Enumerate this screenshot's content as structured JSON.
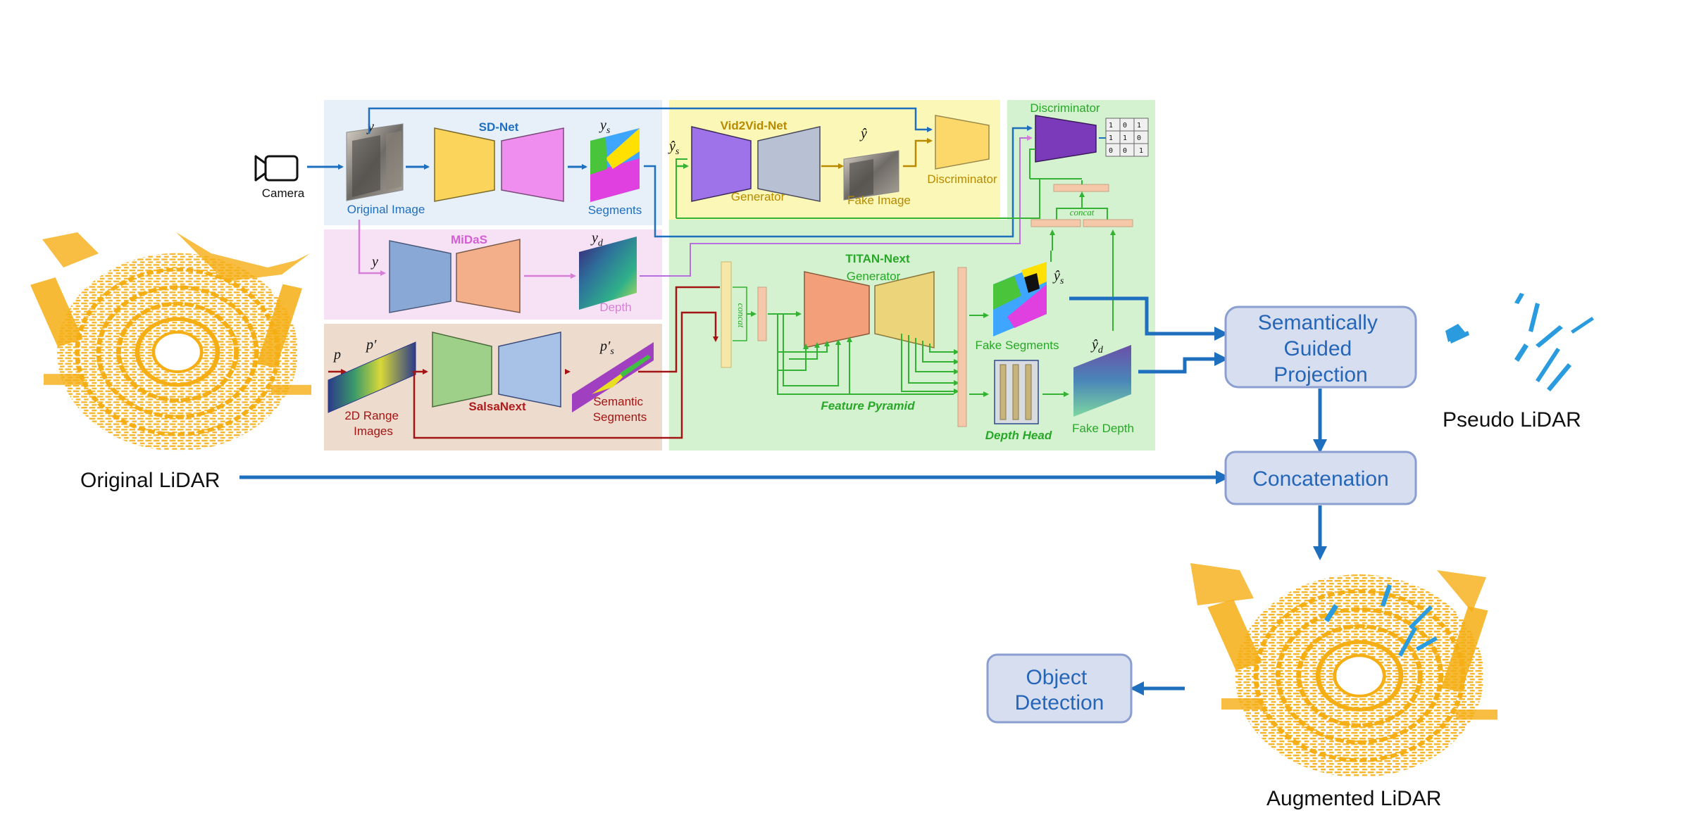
{
  "colors": {
    "blue_arrow": "#1f6fbf",
    "red_arrow": "#a31515",
    "green_arrow": "#33b233",
    "pink_arrow": "#d67fd6",
    "lidar_orange": "#f5ae14",
    "pseudo_blue": "#2b9be0",
    "module_box": "#d6def0",
    "module_text": "#2566b8",
    "titan_green": "#28a828",
    "sdnet_blue": "#1f6fbf",
    "midas_pink": "#d45ed4",
    "salsa_red": "#b01c1c",
    "vid2vid_gold": "#b88a00"
  },
  "camera": {
    "icon": "camera-icon",
    "label": "Camera"
  },
  "lidar": {
    "original": "Original LiDAR",
    "pseudo": "Pseudo LiDAR",
    "augmented": "Augmented LiDAR"
  },
  "modules": {
    "projection": [
      "Semantically",
      "Guided",
      "Projection"
    ],
    "concatenation": "Concatenation",
    "detection": [
      "Object",
      "Detection"
    ]
  },
  "sdnet": {
    "title": "SD-Net",
    "input_var": "y",
    "input_label": "Original Image",
    "output_var": "y",
    "output_sub": "s",
    "output_label": "Segments"
  },
  "midas": {
    "title": "MiDaS",
    "input_var": "y",
    "output_var": "y",
    "output_sub": "d",
    "output_label": "Depth"
  },
  "salsanext": {
    "title": "SalsaNext",
    "input_var": "p",
    "range_var": "p′",
    "range_label": [
      "2D Range",
      "Images"
    ],
    "output_var": "p′",
    "output_sub": "s",
    "output_label": [
      "Semantic",
      "Segments"
    ]
  },
  "vid2vid": {
    "title": "Vid2Vid-Net",
    "input_var": "ŷ",
    "input_sub": "s",
    "generator_label": "Generator",
    "output_var": "ŷ",
    "output_label": "Fake Image",
    "discriminator_label": "Discriminator"
  },
  "titan": {
    "title": "TITAN-Next",
    "generator_label": "Generator",
    "concat_label": "concat",
    "feature_pyramid": "Feature Pyramid",
    "depth_head": "Depth Head",
    "fake_segments": "Fake Segments",
    "fake_segments_var": "ŷ",
    "fake_segments_sub": "s",
    "fake_depth": "Fake Depth",
    "fake_depth_var": "ŷ",
    "fake_depth_sub": "d"
  },
  "discriminator": {
    "title": "Discriminator",
    "concat_label": "concat",
    "matrix": [
      [
        "1",
        "0",
        "1"
      ],
      [
        "1",
        "1",
        "0"
      ],
      [
        "0",
        "0",
        "1"
      ]
    ]
  }
}
